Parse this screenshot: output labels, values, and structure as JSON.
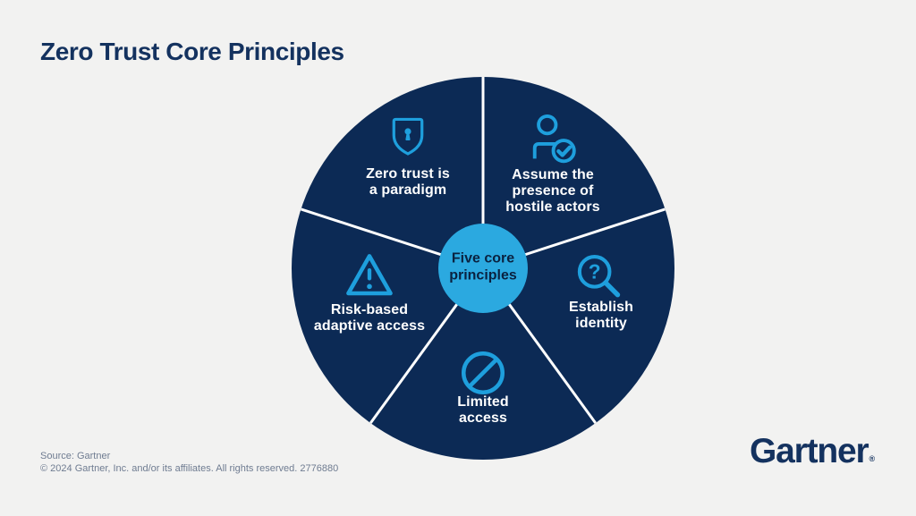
{
  "title": "Zero Trust Core Principles",
  "center": {
    "label": "Five core\nprinciples"
  },
  "wheel": {
    "segments": [
      {
        "label": "Zero trust is\na paradigm",
        "icon": "shield-keyhole-icon"
      },
      {
        "label": "Assume the\npresence of\nhostile actors",
        "icon": "person-check-icon"
      },
      {
        "label": "Establish\nidentity",
        "icon": "magnifier-question-icon",
        "glyph": "?"
      },
      {
        "label": "Limited\naccess",
        "icon": "prohibition-icon"
      },
      {
        "label": "Risk-based\nadaptive access",
        "icon": "warning-triangle-icon",
        "glyph": "!"
      }
    ]
  },
  "footer": {
    "source": "Source: Gartner",
    "copyright": "© 2024 Gartner, Inc. and/or its affiliates. All rights reserved. 2776880"
  },
  "logo": {
    "text": "Gartner",
    "registered": "®"
  },
  "colors": {
    "bg": "#F2F2F1",
    "navy": "#0C2A55",
    "accent-blue": "#2BA9E0",
    "icon-blue": "#1E9FDD",
    "title-navy": "#14325F",
    "ink": "#0A2240",
    "footer-gray": "#6F7C91",
    "divider-white": "#FFFFFF",
    "white": "#FFFFFF"
  }
}
